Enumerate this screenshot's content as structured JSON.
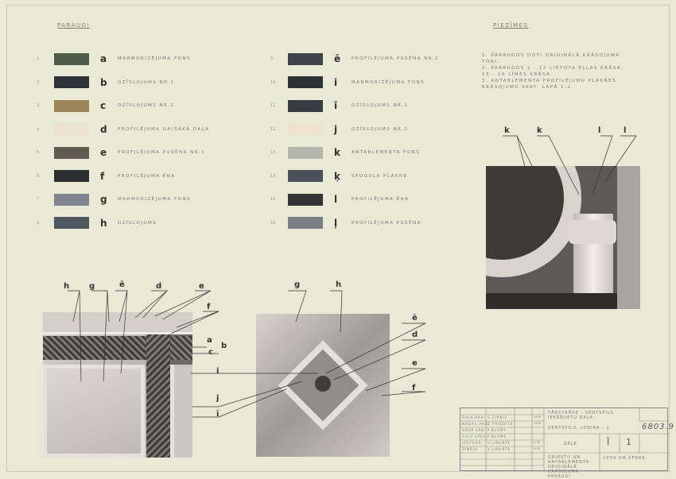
{
  "left_title": "PARAUGI",
  "notes_title": "PIEZĪMES",
  "samples": [
    {
      "n": "1.",
      "letter": "a",
      "desc": "MARMORIZĒJUMA FONS",
      "color": "#4d5d4a"
    },
    {
      "n": "2.",
      "letter": "b",
      "desc": "DZĪSLOJUMS NR.1",
      "color": "#2f3236"
    },
    {
      "n": "3.",
      "letter": "c",
      "desc": "DZĪSLOJUMS NR.2",
      "color": "#9c8358"
    },
    {
      "n": "4.",
      "letter": "d",
      "desc": "PROFILĒJUMA GAIŠĀKĀ DAĻA",
      "color": "#ebe3cf"
    },
    {
      "n": "5.",
      "letter": "e",
      "desc": "PROFILĒJUMA PUSĒNA NR.1",
      "color": "#5f5d52"
    },
    {
      "n": "6.",
      "letter": "f",
      "desc": "PROFILĒJUMA ĒNA",
      "color": "#2c2e30"
    },
    {
      "n": "7.",
      "letter": "g",
      "desc": "MARMORIZĒJUMA FONS",
      "color": "#7f8690"
    },
    {
      "n": "8.",
      "letter": "h",
      "desc": "DZĪSLOJUMS",
      "color": "#4e5660"
    },
    {
      "n": "9.",
      "letter": "ē",
      "desc": "PROFILĒJUMA PUSĒNA NR.2",
      "color": "#3d434a"
    },
    {
      "n": "10.",
      "letter": "i",
      "desc": "MARMORIZĒJUMA FONS",
      "color": "#2f3134"
    },
    {
      "n": "11.",
      "letter": "ī",
      "desc": "DZĪSLOJUMS NR.1",
      "color": "#363c44"
    },
    {
      "n": "12.",
      "letter": "j",
      "desc": "DZĪSLOJUMS NR.2",
      "color": "#eee4cd"
    },
    {
      "n": "13.",
      "letter": "k",
      "desc": "ANTABLEMENTA FONS",
      "color": "#b4b6ae"
    },
    {
      "n": "14.",
      "letter": "ķ",
      "desc": "SPOGUĻA PLAKNE",
      "color": "#4a515a"
    },
    {
      "n": "15.",
      "letter": "l",
      "desc": "PROFILĒJUMA ĒNA",
      "color": "#333436"
    },
    {
      "n": "16.",
      "letter": "ļ",
      "desc": "PROFILĒJUMA PUSĒNA",
      "color": "#7b7f84"
    }
  ],
  "notes": [
    "1. PARAUGOS DOTI ORIGINĀLĀ KRĀSOJUMA TONI.",
    "2. PARAUGOS 1 - 12 LIETOTA EĻĻAS KRĀSA, 13 - 16 LĪMES KRĀSA",
    "3. ANTABLEMENTA PROFILĒJUMU PLAKNES KRĀSOJUMU SKAT. LAPĀ 1-2."
  ],
  "photo1_labels": [
    "h",
    "g",
    "ē",
    "d",
    "e",
    "f",
    "a",
    "b",
    "c",
    "i",
    "j",
    "ī"
  ],
  "photo2_labels": [
    "g",
    "h",
    "ē",
    "d",
    "e",
    "f"
  ],
  "photo3_labels": [
    "k",
    "k",
    "l",
    "l"
  ],
  "title_block": {
    "people": [
      {
        "role": "GALV.ARH.",
        "name": "S.ZIRNIS",
        "date": "1978"
      },
      {
        "role": "NODAĻ.VAD.",
        "name": "Z.PRIEDĪTE",
        "date": "1978"
      },
      {
        "role": "GRUP.VAD.",
        "name": "P.BLŪMS",
        "date": ""
      },
      {
        "role": "GALV.SPEC.",
        "name": "P.BLŪMS",
        "date": ""
      },
      {
        "role": "IZSTRĀD.",
        "name": "V.LINARTE",
        "date": "6.78"
      },
      {
        "role": "ZĪMĒJA",
        "name": "V.LINARTE",
        "date": "6.78"
      }
    ],
    "org": "PĀRSTRĀDE · VENTSPILS IEKŠĒJIETU DAĻA",
    "object": "VENTSPILS, LEŅINA - 2",
    "number": "6803.9",
    "room": "ZĀLE",
    "stage": "Ī",
    "sheet": "1",
    "sheet_title": "GRIESTU UN ANTABLEMENTA ORIGINĀLĀ KRĀSOJUMA PARAUGI",
    "institute": "LPSR KM KPRRK"
  }
}
